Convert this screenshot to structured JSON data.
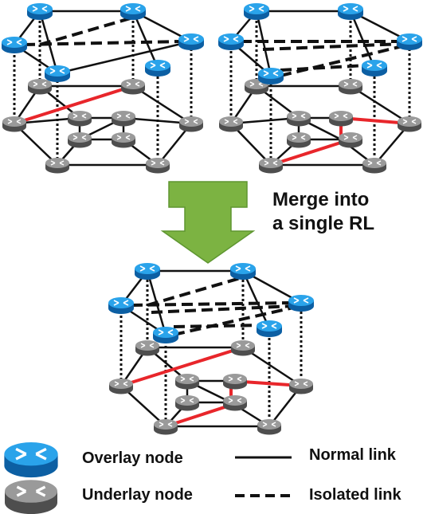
{
  "caption": {
    "line1": "Merge into",
    "line2": "a single RL"
  },
  "legend": {
    "overlay_node": "Overlay node",
    "underlay_node": "Underlay node",
    "normal_link": "Normal link",
    "isolated_link": "Isolated link"
  },
  "colors": {
    "overlay_node": "#1e8fd8",
    "underlay_node": "#7a7a7a",
    "arrow": "#7cb342",
    "highlight_link": "#e8262b",
    "link": "#000000"
  },
  "icons": {
    "overlay_node": "router-icon",
    "underlay_node": "router-icon",
    "merge_arrow": "down-arrow-icon"
  }
}
